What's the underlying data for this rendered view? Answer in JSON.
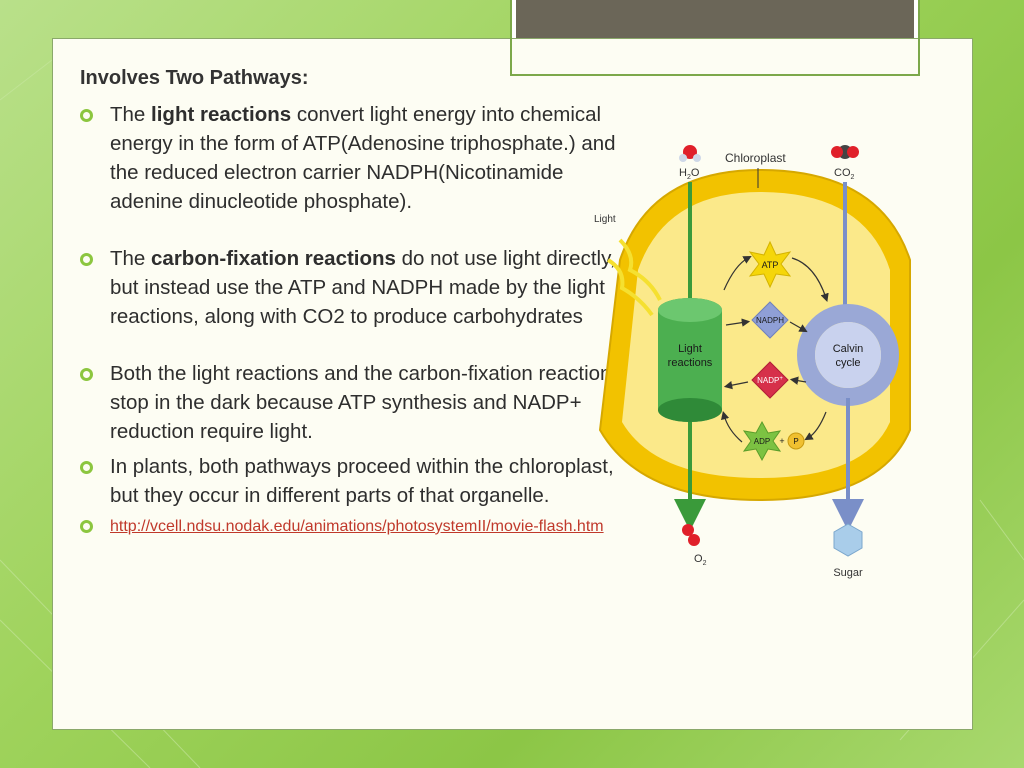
{
  "heading": "Involves Two Pathways:",
  "bullets": [
    {
      "prefix": "The ",
      "bold": "light reactions",
      "rest": " convert light energy into chemical energy in the form of ATP(Adenosine triphosphate.)  and the reduced electron carrier NADPH(Nicotinamide adenine dinucleotide phosphate)."
    },
    {
      "prefix": "The ",
      "bold": "carbon-fixation reactions",
      "rest": " do not use light directly, but instead use the ATP and NADPH made by the light reactions, along with CO2 to produce carbohydrates"
    },
    {
      "text": "Both the light reactions and the carbon-fixation reactions stop in the dark because ATP synthesis and NADP+ reduction require light."
    },
    {
      "text": "In plants, both pathways proceed within the chloroplast, but they occur in different parts of that organelle."
    },
    {
      "link": "http://vcell.ndsu.nodak.edu/animations/photosystemII/movie-flash.htm"
    }
  ],
  "diagram": {
    "h2o": "H2O",
    "h2o_sub": "2",
    "h2o_main": "H",
    "h2o_o": "O",
    "chloroplast": "Chloroplast",
    "co2_main": "CO",
    "co2_sub": "2",
    "light": "Light",
    "atp": "ATP",
    "nadph": "NADPH",
    "nadp_main": "NADP",
    "nadp_sup": "+",
    "adp": "ADP",
    "plus": "+",
    "p": "P",
    "light_reactions_1": "Light",
    "light_reactions_2": "reactions",
    "calvin_1": "Calvin",
    "calvin_2": "cycle",
    "o2_main": "O",
    "o2_sub": "2",
    "sugar": "Sugar",
    "colors": {
      "chloroplast_outer": "#f2c200",
      "chloroplast_inner": "#fbe98a",
      "thylakoid": "#4caf50",
      "calvin": "#9aa8d6",
      "atp_star": "#f5d60a",
      "nadph": "#8f9fd6",
      "nadp": "#d6304a",
      "adp": "#7cc242"
    }
  }
}
